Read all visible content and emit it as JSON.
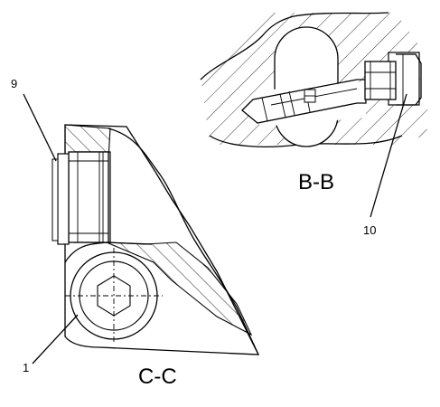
{
  "callouts": {
    "c1": "1",
    "c9": "9",
    "c10": "10"
  },
  "views": {
    "bb": "B-B",
    "cc": "C-C"
  }
}
